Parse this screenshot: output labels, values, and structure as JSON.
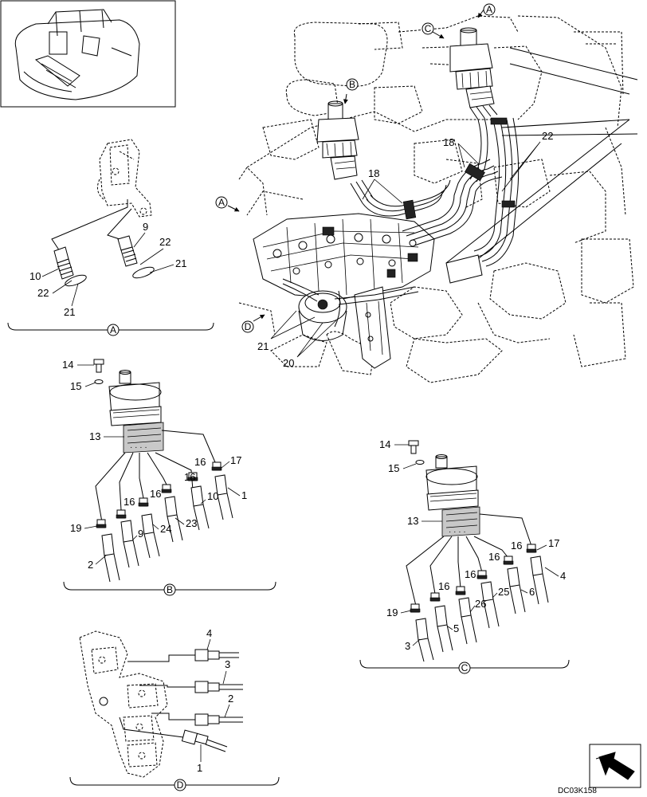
{
  "drawing_code": "DC03K158",
  "views": {
    "a": {
      "letter": "A"
    },
    "b": {
      "letter": "B"
    },
    "c": {
      "letter": "C"
    },
    "d": {
      "letter": "D"
    }
  },
  "main_callouts": {
    "arrow_a_top": "A",
    "arrow_b": "B",
    "arrow_c": "C",
    "arrow_a_left": "A",
    "arrow_d": "D",
    "n18_right": "18",
    "n18_left": "18",
    "n22": "22",
    "n21": "21",
    "n20": "20"
  },
  "view_a_labels": {
    "n9": "9",
    "n22_top": "22",
    "n21_right": "21",
    "n10": "10",
    "n22_bottom": "22",
    "n21_bottom": "21"
  },
  "view_b_labels": {
    "n14": "14",
    "n15": "15",
    "n13": "13",
    "n16_a": "16",
    "n17": "17",
    "n16_b": "16",
    "n16_c": "16",
    "n1": "1",
    "n10": "10",
    "n16_d": "16",
    "n23": "23",
    "n24": "24",
    "n9": "9",
    "n19": "19",
    "n2": "2"
  },
  "view_c_labels": {
    "n14": "14",
    "n15": "15",
    "n13": "13",
    "n16_a": "16",
    "n17": "17",
    "n16_b": "16",
    "n16_c": "16",
    "n4": "4",
    "n16_d": "16",
    "n25": "25",
    "n6": "6",
    "n26": "26",
    "n19": "19",
    "n5": "5",
    "n3": "3"
  },
  "view_d_labels": {
    "n4": "4",
    "n3": "3",
    "n2": "2",
    "n1": "1"
  }
}
